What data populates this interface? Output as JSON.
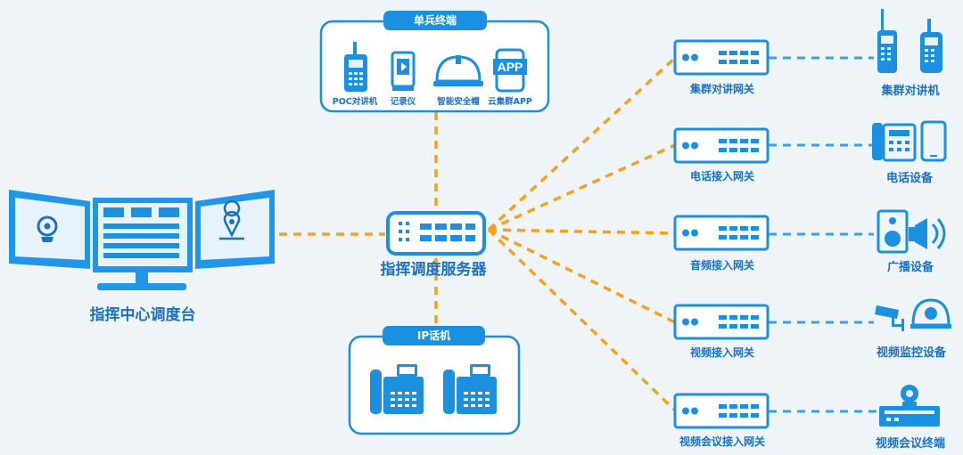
{
  "colors": {
    "accent": "#1b8fe0",
    "orange": "#f4a21d",
    "dash_blue": "#3d9fe3"
  },
  "console": {
    "label": "指挥中心调度台"
  },
  "server": {
    "label": "指挥调度服务器"
  },
  "single_terminal": {
    "title": "单兵终端",
    "items": [
      {
        "label": "POC对讲机",
        "icon": "walkie-talkie-icon"
      },
      {
        "label": "记录仪",
        "icon": "body-camera-icon"
      },
      {
        "label": "智能安全帽",
        "icon": "helmet-icon"
      },
      {
        "label": "云集群APP",
        "icon": "app-icon",
        "badge": "APP"
      }
    ]
  },
  "ip_phone": {
    "title": "IP话机"
  },
  "gateways": [
    {
      "label": "集群对讲网关",
      "device_label": "集群对讲机",
      "icon": "radio-icon"
    },
    {
      "label": "电话接入网关",
      "device_label": "电话设备",
      "icon": "phone-icon"
    },
    {
      "label": "音频接入网关",
      "device_label": "广播设备",
      "icon": "speaker-icon"
    },
    {
      "label": "视频接入网关",
      "device_label": "视频监控设备",
      "icon": "cctv-icon"
    },
    {
      "label": "视频会议接入网关",
      "device_label": "视频会议终端",
      "icon": "conference-icon"
    }
  ]
}
